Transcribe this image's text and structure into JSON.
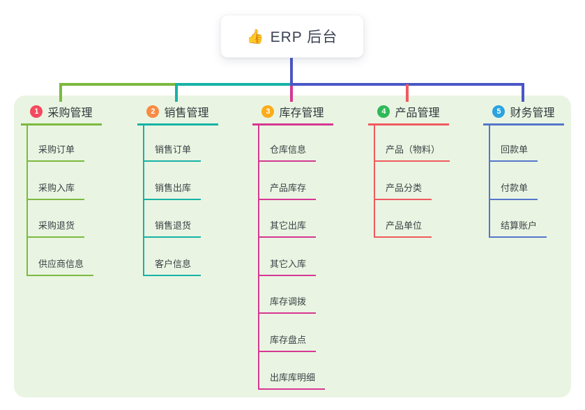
{
  "root": {
    "icon": "👍",
    "title": "ERP 后台"
  },
  "branches": [
    {
      "num": "1",
      "title": "采购管理",
      "badge_color": "#f5495f",
      "line_color": "#7cb93f",
      "children": [
        "采购订单",
        "采购入库",
        "采购退货",
        "供应商信息"
      ]
    },
    {
      "num": "2",
      "title": "销售管理",
      "badge_color": "#f98b43",
      "line_color": "#16b3a5",
      "children": [
        "销售订单",
        "销售出库",
        "销售退货",
        "客户信息"
      ]
    },
    {
      "num": "3",
      "title": "库存管理",
      "badge_color": "#fbac19",
      "line_color": "#d63793",
      "children": [
        "仓库信息",
        "产品库存",
        "其它出库",
        "其它入库",
        "库存调拨",
        "库存盘点",
        "出库库明细"
      ]
    },
    {
      "num": "4",
      "title": "产品管理",
      "badge_color": "#2fb959",
      "line_color": "#f05a5f",
      "children": [
        "产品（物料）",
        "产品分类",
        "产品单位"
      ]
    },
    {
      "num": "5",
      "title": "财务管理",
      "badge_color": "#2ba3df",
      "line_color": "#5576cb",
      "children": [
        "回款单",
        "付款单",
        "结算账户"
      ]
    }
  ],
  "connectors": {
    "trunk_color": "#4a57c4",
    "panel_background": "#e9f5e2"
  }
}
